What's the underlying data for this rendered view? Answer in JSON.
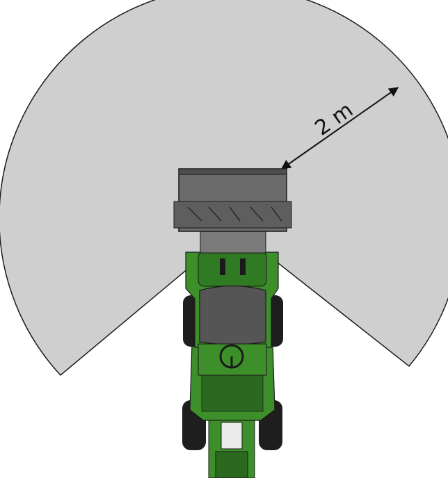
{
  "diagram": {
    "dimension_label": "2 m",
    "colors": {
      "zone_fill": "#cfcfcf",
      "outline": "#1a1a1a",
      "machine_green": "#3d8f2a",
      "machine_dark_green": "#2b6a1e",
      "bucket_grey": "#6b6b6b",
      "hood_grey": "#555555",
      "tire_black": "#1e1e1e"
    },
    "elements": [
      "danger-zone-sector",
      "dimension-arrow",
      "loader-machine",
      "bucket",
      "hood",
      "steering-wheel",
      "tires"
    ]
  }
}
